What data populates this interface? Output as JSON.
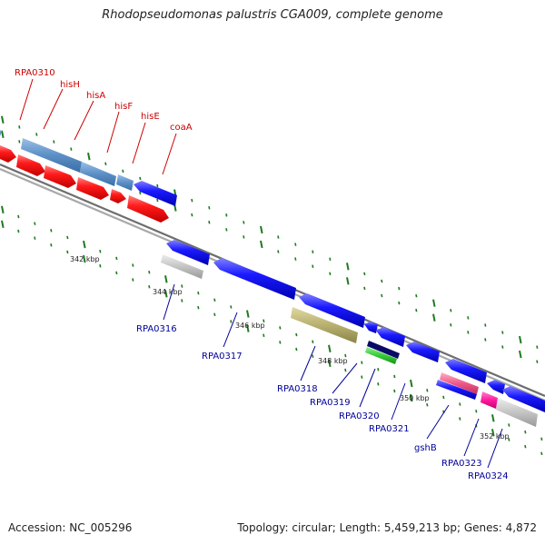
{
  "title": "Rhodopseudomonas palustris CGA009, complete genome",
  "footer": {
    "accession": "Accession: NC_005296",
    "summary": "Topology: circular; Length: 5,459,213 bp; Genes: 4,872"
  },
  "colors": {
    "forward_gene": "#ff1a1a",
    "reverse_gene": "#1a1aff",
    "operon_light_blue": "#5b8fc6",
    "backbone": "#8c8c8c",
    "tick": "#1f7a1f",
    "pseudo_gray": "#c4c4c4",
    "olive": "#b8b070",
    "pink": "#ee5a8a",
    "magenta": "#ff1aa0",
    "green": "#33cc33",
    "navy": "#0a0a66"
  },
  "top_labels": [
    "RPA0310",
    "hisH",
    "hisA",
    "hisF",
    "hisE",
    "coaA"
  ],
  "bottom_labels": [
    "RPA0316",
    "RPA0317",
    "RPA0318",
    "RPA0319",
    "RPA0320",
    "RPA0321",
    "gshB",
    "RPA0323",
    "RPA0324"
  ],
  "kbp_labels": [
    "342 kbp",
    "344 kbp",
    "346 kbp",
    "348 kbp",
    "350 kbp",
    "352 kbp"
  ]
}
